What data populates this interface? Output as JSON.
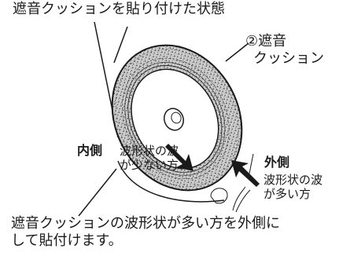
{
  "caption_top": "遮音クッションを貼り付けた状態",
  "part_label": {
    "number": "②",
    "line1": "遮音",
    "line2": "クッション"
  },
  "inner_side": {
    "title": "内側",
    "desc_line1": "波形状の波",
    "desc_line2": "が少ない方"
  },
  "outer_side": {
    "title": "外側",
    "desc_line1": "波形状の波",
    "desc_line2": "が多い方"
  },
  "caption_bottom": {
    "line1": "遮音クッションの波形状が多い方を外側に",
    "line2": "して貼付けます。"
  },
  "colors": {
    "ink": "#1a1a1a",
    "cushion_fill": "#c8c8c8",
    "cushion_speckle": "#5a5a5a",
    "background": "#ffffff"
  },
  "icons": [
    "arrow-icon"
  ]
}
